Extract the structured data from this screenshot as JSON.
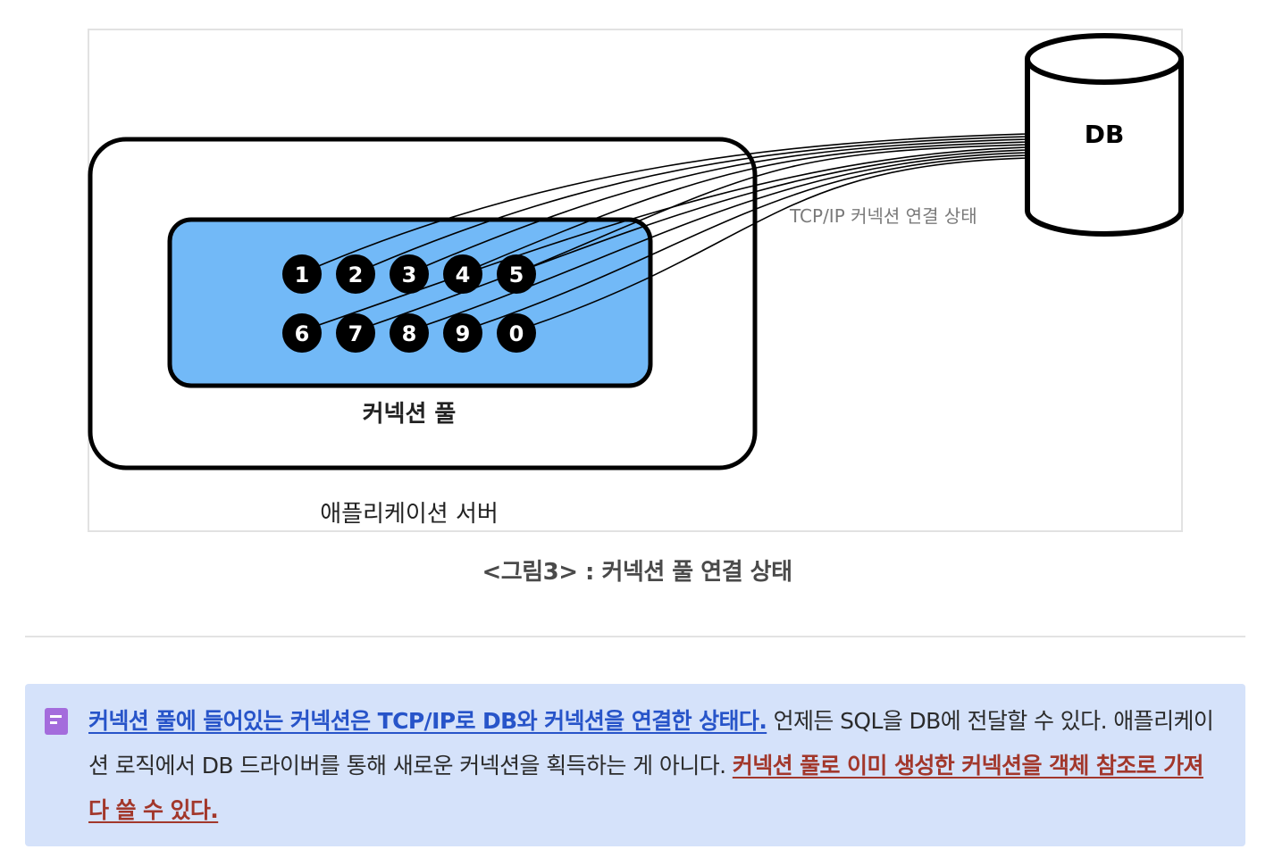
{
  "figure": {
    "db_label": "DB",
    "conn_label": "TCP/IP 커넥션 연결 상태",
    "pool_label": "커넥션 풀",
    "server_label": "애플리케이션 서버",
    "connections_row1": [
      "1",
      "2",
      "3",
      "4",
      "5"
    ],
    "connections_row2": [
      "6",
      "7",
      "8",
      "9",
      "0"
    ],
    "pool_color": "#72b9f7"
  },
  "caption": "<그림3> : 커넥션 풀 연결 상태",
  "callout": {
    "icon": "memo-icon",
    "part1": "커넥션 풀에 들어있는 커넥션은 TCP/IP로 DB와 커넥션을 연결한 상태다.",
    "part2": " 언제든 SQL을 DB에 전달할 수 있다. 애플리케이션 로직에서 DB 드라이버를 통해 새로운 커넥션을 획득하는 게 아니다. ",
    "part3": "커넥션 풀로 이미 생성한 커넥션을 객체 참조로 가져다 쓸 수 있다.",
    "background": "#d5e2fa",
    "blue": "#2754c9",
    "red": "#a2372b"
  }
}
